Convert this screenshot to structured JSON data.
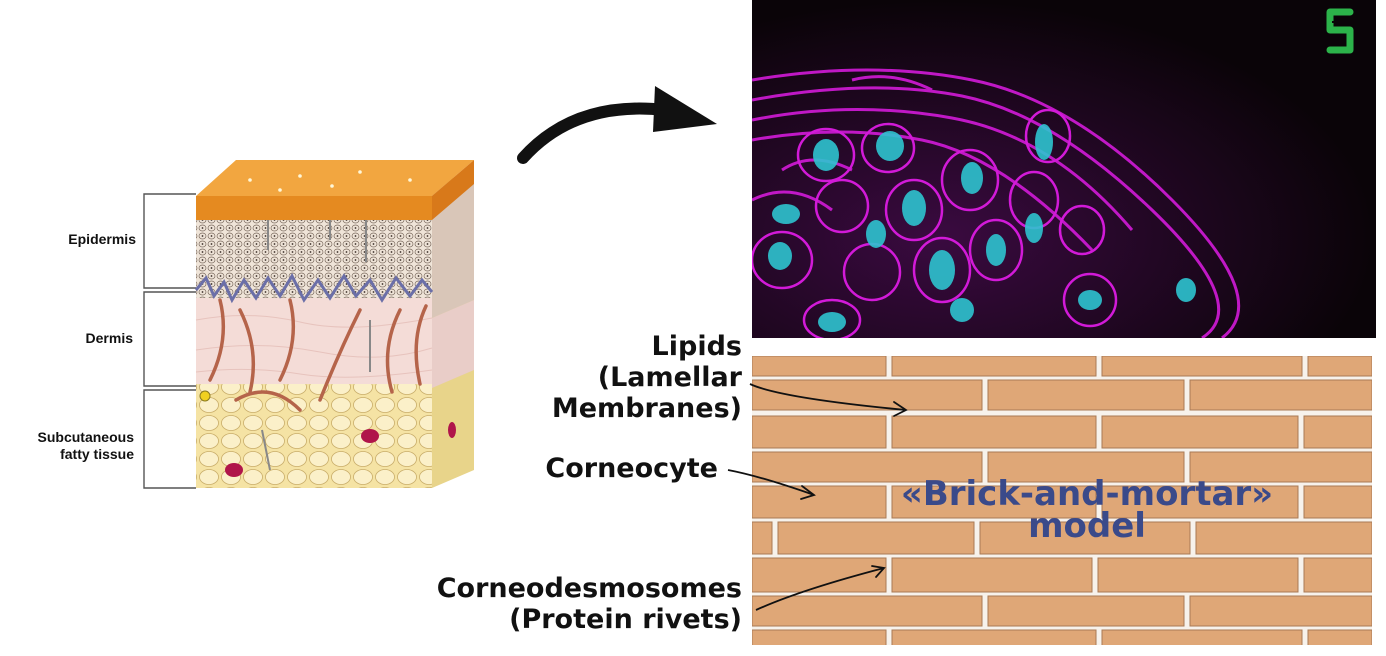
{
  "skin_diagram": {
    "labels": {
      "epidermis": "Epidermis",
      "dermis": "Dermis",
      "subcutaneous_line1": "Subcutaneous",
      "subcutaneous_line2": "fatty tissue"
    }
  },
  "micrograph": {
    "logo_icon": "green-s-logo-icon",
    "colors": {
      "membrane": "#d21ad8",
      "nucleus": "#2ec4d0",
      "background": "#0a0408"
    }
  },
  "brick_model": {
    "title_line1": "«Brick-and-mortar»",
    "title_line2": "model",
    "labels": {
      "lipids_line1": "Lipids",
      "lipids_line2": "(Lamellar",
      "lipids_line3": "Membranes)",
      "corneocyte": "Corneocyte",
      "corneodesmosomes_line1": "Corneodesmosomes",
      "corneodesmosomes_line2": "(Protein rivets)"
    },
    "colors": {
      "brick": "#dfa777",
      "mortar": "#f7f2ec",
      "title": "#3a4a8a"
    }
  }
}
